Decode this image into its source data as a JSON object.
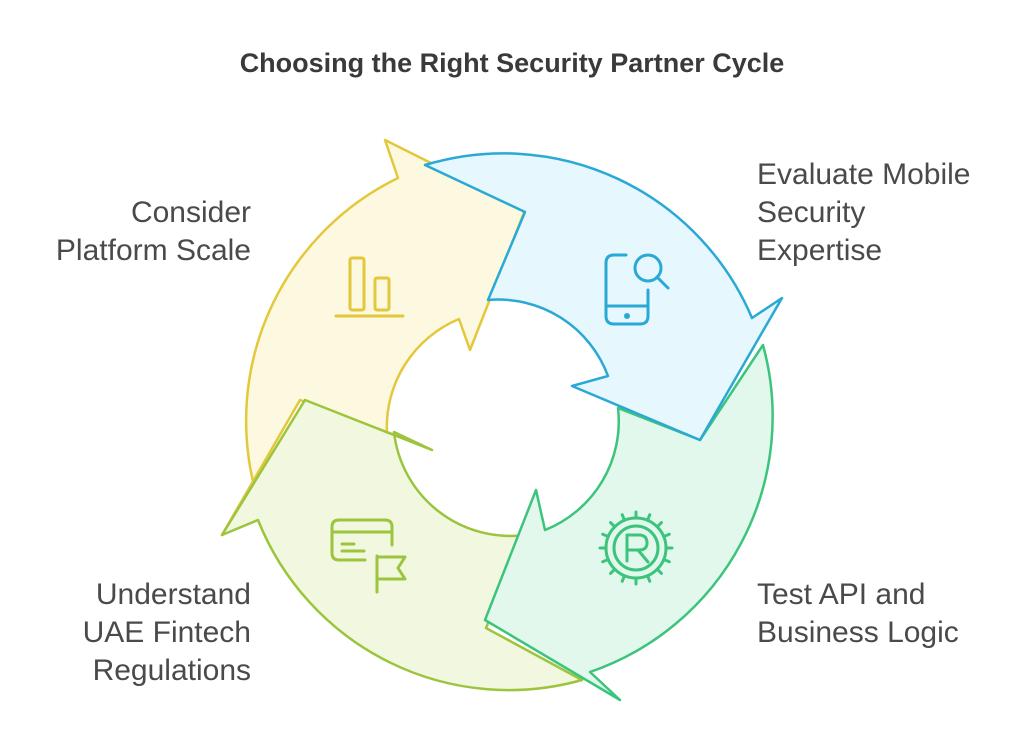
{
  "title": "Choosing the Right Security Partner Cycle",
  "steps": [
    {
      "label": "Evaluate Mobile\nSecurity\nExpertise",
      "icon": "phone-search-icon",
      "fill": "#e6f7fd",
      "stroke": "#2aa8d6"
    },
    {
      "label": "Test API and\nBusiness Logic",
      "icon": "rust-gear-icon",
      "fill": "#e2f8ec",
      "stroke": "#3cc47d"
    },
    {
      "label": "Understand\nUAE Fintech\nRegulations",
      "icon": "card-flag-icon",
      "fill": "#f2f8e0",
      "stroke": "#9cc43c"
    },
    {
      "label": "Consider\nPlatform Scale",
      "icon": "bar-chart-icon",
      "fill": "#fdf9e0",
      "stroke": "#e2c83a"
    }
  ]
}
